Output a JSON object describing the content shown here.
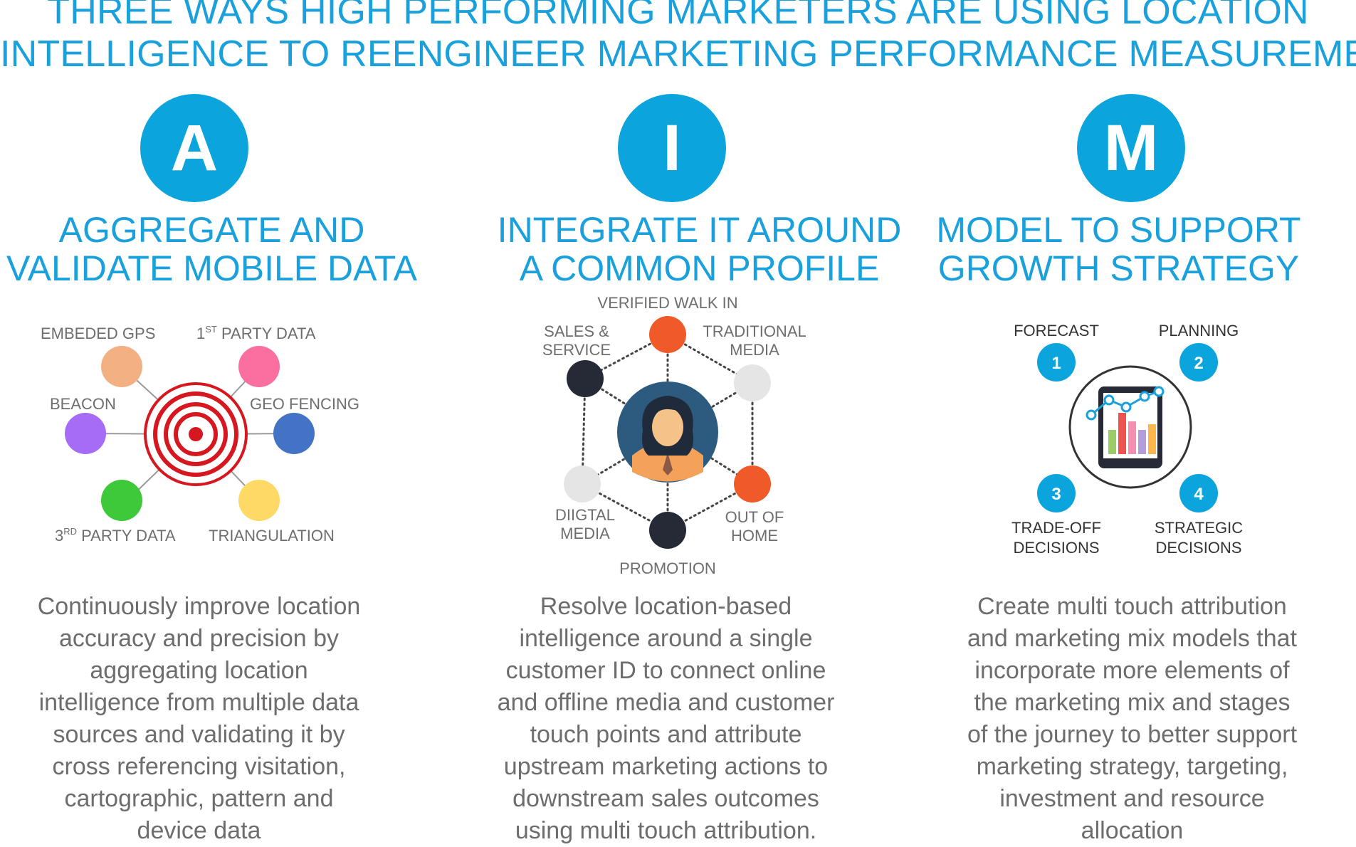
{
  "title": {
    "line1": "THREE WAYS HIGH PERFORMING MARKETERS ARE USING LOCATION",
    "line2": "INTELLIGENCE TO REENGINEER MARKETING PERFORMANCE MEASUREMENT"
  },
  "colors": {
    "accent": "#0ba4dc",
    "text_gray": "#6d6d6d",
    "target_red": "#d6171f",
    "node_dark": "#262a37",
    "node_orange": "#f05a28",
    "node_light": "#e5e5e5"
  },
  "sections": [
    {
      "letter": "A",
      "heading_line1": "AGGREGATE AND",
      "heading_line2": "VALIDATE MOBILE DATA",
      "labels": {
        "embeded_gps": "EMBEDED GPS",
        "first_party_pre": "1",
        "first_party_sup": "ST",
        "first_party_post": " PARTY DATA",
        "beacon": "BEACON",
        "geo_fencing": "GEO FENCING",
        "third_party_pre": "3",
        "third_party_sup": "RD",
        "third_party_post": " PARTY DATA",
        "triangulation": "TRIANGULATION"
      },
      "node_colors": {
        "embeded_gps": "#f3b082",
        "first_party": "#fa6ea0",
        "beacon": "#a66cf5",
        "geo_fencing": "#4472c4",
        "third_party": "#3dc93a",
        "triangulation": "#ffd966"
      },
      "center_icon": "target-icon",
      "description": [
        "Continuously improve location",
        "accuracy and precision by",
        "aggregating location",
        "intelligence from multiple data",
        "sources and validating it by",
        "cross referencing visitation,",
        "cartographic, pattern and",
        "device data"
      ]
    },
    {
      "letter": "I",
      "heading_line1": "INTEGRATE IT AROUND",
      "heading_line2": "A COMMON PROFILE",
      "labels": {
        "verified_walk_in": "VERIFIED WALK IN",
        "sales_service_1": "SALES &",
        "sales_service_2": "SERVICE",
        "traditional_media_1": "TRADITIONAL",
        "traditional_media_2": "MEDIA",
        "digital_media_1": "DIIGTAL",
        "digital_media_2": "MEDIA",
        "out_of_home_1": "OUT OF",
        "out_of_home_2": "HOME",
        "promotion": "PROMOTION"
      },
      "center_icon": "customer-profile-icon",
      "description": [
        "Resolve location-based",
        "intelligence around a single",
        "customer ID to connect online",
        "and offline media and customer",
        "touch points and attribute",
        "upstream marketing actions to",
        "downstream sales outcomes",
        "using multi touch attribution."
      ]
    },
    {
      "letter": "M",
      "heading_line1": "MODEL TO SUPPORT",
      "heading_line2": "GROWTH STRATEGY",
      "labels": {
        "forecast": "FORECAST",
        "planning": "PLANNING",
        "tradeoff_1": "TRADE-OFF",
        "tradeoff_2": "DECISIONS",
        "strategic_1": "STRATEGIC",
        "strategic_2": "DECISIONS"
      },
      "numbers": {
        "n1": "1",
        "n2": "2",
        "n3": "3",
        "n4": "4"
      },
      "center_icon": "tablet-chart-icon",
      "description": [
        "Create multi touch attribution",
        "and marketing mix models that",
        "incorporate more elements of",
        "the marketing mix and stages",
        "of the journey to better support",
        "marketing strategy, targeting,",
        "investment and resource",
        "allocation"
      ]
    }
  ]
}
